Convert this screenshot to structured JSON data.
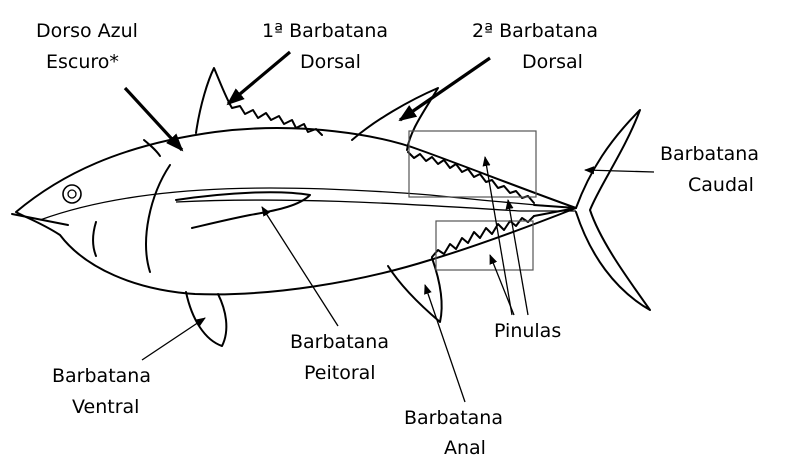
{
  "labels": {
    "dorso_l1": "Dorso Azul",
    "dorso_l2": "Escuro*",
    "dorsal1_l1": "1ª Barbatana",
    "dorsal1_l2": "Dorsal",
    "dorsal2_l1": "2ª Barbatana",
    "dorsal2_l2": "Dorsal",
    "caudal_l1": "Barbatana",
    "caudal_l2": "Caudal",
    "ventral_l1": "Barbatana",
    "ventral_l2": "Ventral",
    "peitoral_l1": "Barbatana",
    "peitoral_l2": "Peitoral",
    "pinulas": "Pinulas",
    "anal_l1": "Barbatana",
    "anal_l2": "Anal"
  },
  "colors": {
    "stroke": "#000000",
    "background": "#ffffff"
  }
}
